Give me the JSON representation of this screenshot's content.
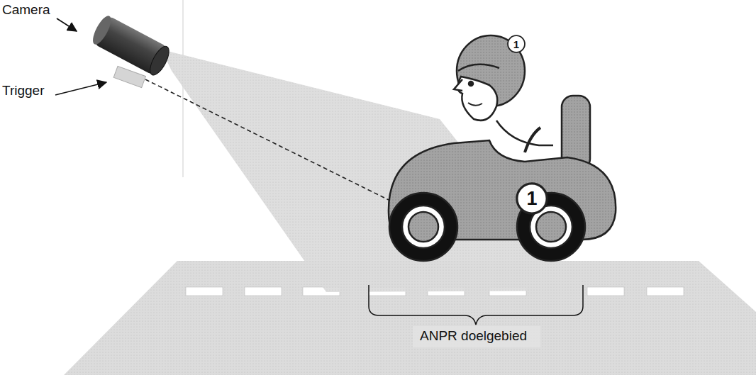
{
  "diagram": {
    "nodes": [
      {
        "text": [
          "1"
        ]
      },
      {
        "text": [
          "1"
        ]
      }
    ],
    "labels": [
      "Camera",
      "Trigger",
      "ANPR doelgebied"
    ]
  }
}
